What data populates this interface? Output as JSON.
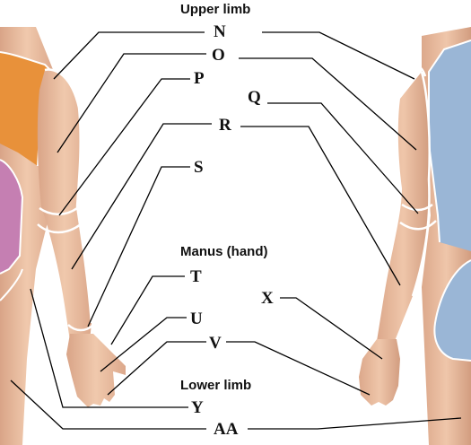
{
  "headings": {
    "upper_limb": "Upper limb",
    "manus": "Manus (hand)",
    "lower_limb": "Lower limb"
  },
  "labels": {
    "N": "N",
    "O": "O",
    "P": "P",
    "Q": "Q",
    "R": "R",
    "S": "S",
    "T": "T",
    "U": "U",
    "V": "V",
    "X": "X",
    "Y": "Y",
    "AA": "AA"
  },
  "colors": {
    "left_garment": "#e8913a",
    "left_pelvis": "#c57fb2",
    "right_garment": "#9ab6d6",
    "skin": "#e9bfa2",
    "region_outline": "#ffffff",
    "leader_line": "#000000"
  }
}
